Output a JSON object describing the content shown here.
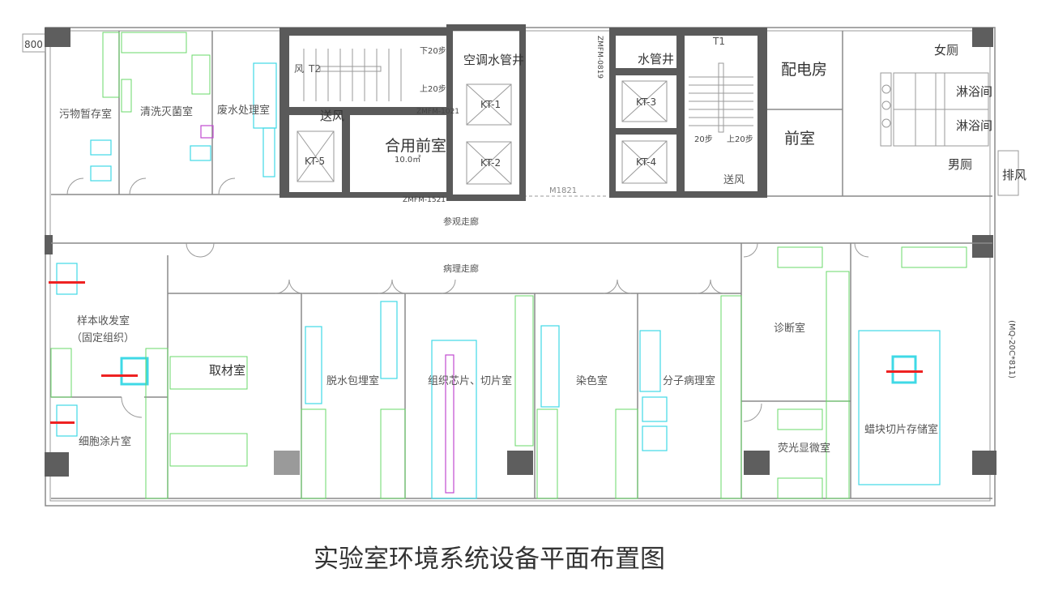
{
  "title": "实验室环境系统设备平面布置图",
  "dimension_label": "800",
  "side_note": "(MQ-20C*811)",
  "corridors": {
    "visit": "参观走廊",
    "pathology": "病理走廊"
  },
  "top_rooms": {
    "waste_storage": "污物暂存室",
    "washing_sterilization": "清洗灭菌室",
    "wastewater": "废水处理室",
    "shared_anteroom": "合用前室",
    "anteroom_area": "10.0㎡",
    "ac_water_shaft": "空调水管井",
    "water_shaft": "水管井",
    "power_room": "配电房",
    "anteroom": "前室",
    "female_wc": "女厕",
    "male_wc": "男厕",
    "shower_1": "淋浴间",
    "shower_2": "淋浴间",
    "exhaust": "排风"
  },
  "core": {
    "stair_t2": "T2",
    "stair_t1": "T1",
    "wind": "风",
    "supply_air_1": "送风",
    "supply_air_2": "送风",
    "down_20_t2": "下20步",
    "up_20_t2": "上20步",
    "down_20_t1": "20步",
    "up_20_t1": "上20步",
    "elevators": [
      "KT-1",
      "KT-2",
      "KT-3",
      "KT-4",
      "KT-5"
    ],
    "door_1": "ZMFM-1021",
    "door_2": "ZMFM-1521",
    "door_3": "M1821",
    "door_4": "ZMFM-0819"
  },
  "bottom_rooms": {
    "specimen": "样本收发室",
    "specimen_sub": "（固定组织）",
    "cytology": "细胞涂片室",
    "grossing": "取材室",
    "embedding": "脱水包埋室",
    "sectioning": "组织芯片、切片室",
    "staining": "染色室",
    "molecular": "分子病理室",
    "diagnosis": "诊断室",
    "fluorescence": "荧光显微室",
    "block_storage": "蜡块切片存储室"
  }
}
